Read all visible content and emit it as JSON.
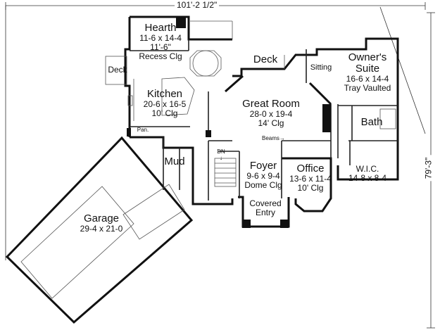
{
  "dimensions": {
    "width": "101'-2 1/2\"",
    "depth": "79'-3\""
  },
  "rooms": {
    "hearth": {
      "name": "Hearth",
      "size": "11-6 x 14-4",
      "ceiling": "11'-6\"",
      "note": "Recess Clg"
    },
    "deck_left": {
      "name": "Deck"
    },
    "deck_main": {
      "name": "Deck"
    },
    "sitting": {
      "name": "Sitting"
    },
    "owners_suite": {
      "name": "Owner's",
      "name2": "Suite",
      "size": "16-6 x 14-4",
      "note": "Tray Vaulted"
    },
    "kitchen": {
      "name": "Kitchen",
      "size": "20-6 x 16-5",
      "ceiling": "10' Clg"
    },
    "great_room": {
      "name": "Great Room",
      "size": "28-0 x 19-4",
      "ceiling": "14' Clg",
      "note": "Beams"
    },
    "bath": {
      "name": "Bath"
    },
    "pantry": {
      "name": "Pan."
    },
    "mud": {
      "name": "Mud"
    },
    "foyer": {
      "name": "Foyer",
      "size": "9-6 x 9-4",
      "ceiling": "Dome Clg"
    },
    "office": {
      "name": "Office",
      "size": "13-6 x 11-4",
      "ceiling": "10' Clg"
    },
    "wic": {
      "name": "W.I.C.",
      "size": "14-8 x 8-4"
    },
    "stair": {
      "name": "DN"
    },
    "covered_entry": {
      "name": "Covered",
      "name2": "Entry"
    },
    "garage": {
      "name": "Garage",
      "size": "29-4 x 21-0"
    }
  },
  "colors": {
    "wall": "#111111",
    "line": "#444444",
    "fill": "#ffffff"
  }
}
